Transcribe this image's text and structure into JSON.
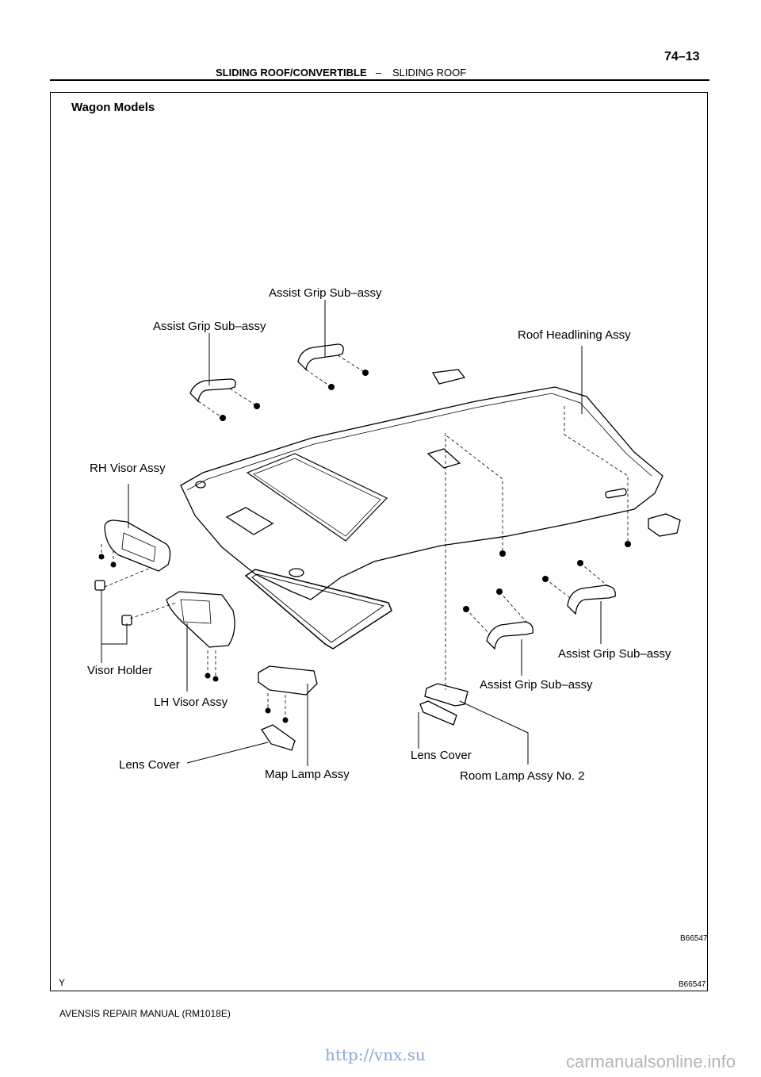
{
  "header": {
    "section": "SLIDING ROOF/CONVERTIBLE",
    "separator": "–",
    "subsection": "SLIDING ROOF",
    "page_number": "74–13"
  },
  "figure": {
    "title": "Wagon Models",
    "labels": {
      "assist_grip_top": "Assist Grip Sub–assy",
      "assist_grip_left": "Assist Grip Sub–assy",
      "roof_headlining": "Roof Headlining Assy",
      "rh_visor": "RH Visor Assy",
      "visor_holder": "Visor Holder",
      "lh_visor": "LH Visor Assy",
      "lens_cover_left": "Lens Cover",
      "map_lamp": "Map Lamp Assy",
      "lens_cover_right": "Lens Cover",
      "room_lamp": "Room Lamp Assy No. 2",
      "assist_grip_mid": "Assist Grip Sub–assy",
      "assist_grip_right": "Assist Grip Sub–assy"
    },
    "figure_code": "B66547",
    "frame_code": "B66547",
    "frame_mark": "Y"
  },
  "footer": {
    "manual": "AVENSIS REPAIR MANUAL   (RM1018E)",
    "watermark_url": "http://vnx.su",
    "watermark_site": "carmanualsonline.info"
  }
}
